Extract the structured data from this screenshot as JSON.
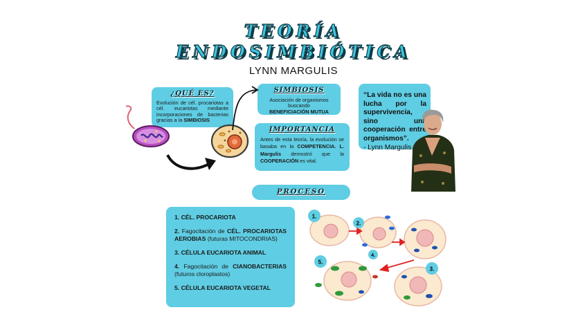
{
  "title": {
    "line1": "TEORÍA",
    "line2": "ENDOSIMBIÓTICA",
    "subtitle": "LYNN MARGULIS"
  },
  "que_es": {
    "title": "¿QUÉ ES?",
    "text": "Evolución de cél. procariotas a cél. eucariotas mediante incorporaciones de bacterias gracias a la ",
    "bold": "SIMBIOSIS"
  },
  "simbiosis": {
    "title": "SIMBIOSIS",
    "text": "Asociación de organismos buscando",
    "bold": "BENEFICIACIÓN MUTUA"
  },
  "importancia": {
    "title": "IMPORTANCIA",
    "t1": "Antes de esta teoría, la evolución se basaba en la ",
    "b1": "COMPETENCIA.",
    "b2": "L. Margulis",
    "t2": " demostró que la ",
    "b3": "COOPERACIÓN",
    "t3": " es vital."
  },
  "quote": {
    "text": "“La vida no es una lucha por la supervivencia, sino una cooperación entre organismos”.",
    "author": "- Lynn Margulis"
  },
  "proceso": {
    "title": "PROCESO",
    "items": [
      {
        "num": "1.",
        "pre": "",
        "bold": "CÉL. PROCARIOTA",
        "post": ""
      },
      {
        "num": "2.",
        "pre": "Fagocitación de ",
        "bold": "CÉL. PROCARIOTAS AEROBIAS",
        "post": " (futuras MITOCONDRIAS)"
      },
      {
        "num": "3.",
        "pre": "",
        "bold": "CÉLULA EUCARIOTA ANIMAL",
        "post": ""
      },
      {
        "num": "4.",
        "pre": "Fagocitación de ",
        "bold": "CIANOBACTERIAS",
        "post": " (futuros cloroplastos)"
      },
      {
        "num": "5.",
        "pre": "",
        "bold": "CÉLULA EUCARIOTA VEGETAL",
        "post": ""
      }
    ]
  },
  "steps": [
    "1.",
    "2.",
    "3.",
    "4.",
    "5."
  ],
  "colors": {
    "accent": "#5fcde3",
    "dark": "#0f3a44",
    "arrow": "#e02020"
  }
}
